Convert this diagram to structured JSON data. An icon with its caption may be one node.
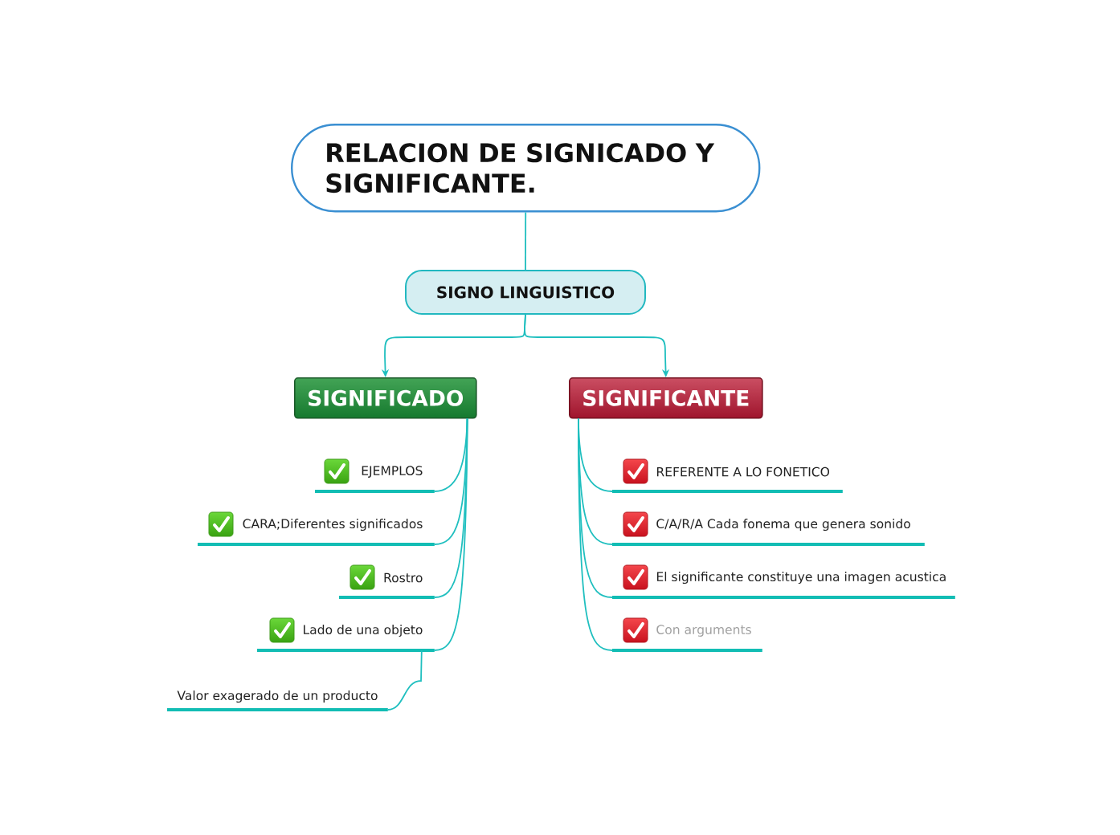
{
  "diagram": {
    "nodes": [
      {
        "text": [
          "RELACION DE SIGNICADO Y SIGNIFICANTE."
        ]
      },
      {
        "text": [
          "SIGNO LINGUISTICO"
        ]
      },
      {
        "text": [
          "SIGNIFICADO"
        ]
      },
      {
        "text": [
          "SIGNIFICANTE"
        ]
      },
      {
        "text": [
          "EJEMPLOS"
        ]
      },
      {
        "text": [
          "CARA;Diferentes significados"
        ]
      },
      {
        "text": [
          "Rostro"
        ]
      },
      {
        "text": [
          "Lado de una objeto"
        ]
      },
      {
        "text": [
          "Valor exagerado de un producto"
        ]
      },
      {
        "text": [
          "REFERENTE A LO FONETICO"
        ]
      },
      {
        "text": [
          "C/A/R/A Cada fonema que genera sonido"
        ]
      },
      {
        "text": [
          "El significante constituye una imagen acustica"
        ]
      },
      {
        "text": [
          "Con arguments"
        ]
      }
    ],
    "edges": [
      {
        "from": 0,
        "to": 1,
        "arrow": "none"
      },
      {
        "from": 1,
        "to": 2,
        "arrow": "to"
      },
      {
        "from": 1,
        "to": 3,
        "arrow": "to"
      },
      {
        "from": 2,
        "to": 4,
        "arrow": "none"
      },
      {
        "from": 2,
        "to": 5,
        "arrow": "none"
      },
      {
        "from": 2,
        "to": 6,
        "arrow": "none"
      },
      {
        "from": 2,
        "to": 7,
        "arrow": "none"
      },
      {
        "from": 7,
        "to": 8,
        "arrow": "none"
      },
      {
        "from": 3,
        "to": 9,
        "arrow": "none"
      },
      {
        "from": 3,
        "to": 10,
        "arrow": "none"
      },
      {
        "from": 3,
        "to": 11,
        "arrow": "none"
      },
      {
        "from": 3,
        "to": 12,
        "arrow": "none"
      }
    ]
  }
}
